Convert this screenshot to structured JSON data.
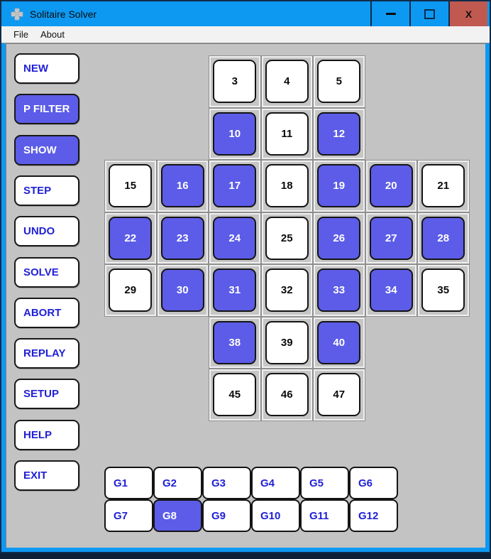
{
  "window": {
    "title": "Solitaire Solver",
    "controls": {
      "close": "X"
    }
  },
  "menu": {
    "items": [
      "File",
      "About"
    ]
  },
  "sidebar": {
    "buttons": [
      {
        "label": "NEW",
        "active": false
      },
      {
        "label": "P FILTER",
        "active": true
      },
      {
        "label": "SHOW",
        "active": true
      },
      {
        "label": "STEP",
        "active": false
      },
      {
        "label": "UNDO",
        "active": false
      },
      {
        "label": "SOLVE",
        "active": false
      },
      {
        "label": "ABORT",
        "active": false
      },
      {
        "label": "REPLAY",
        "active": false
      },
      {
        "label": "SETUP",
        "active": false
      },
      {
        "label": "HELP",
        "active": false
      },
      {
        "label": "EXIT",
        "active": false
      }
    ]
  },
  "board": {
    "cells": [
      {
        "n": 3,
        "row": 0,
        "col": 2,
        "filled": false
      },
      {
        "n": 4,
        "row": 0,
        "col": 3,
        "filled": false
      },
      {
        "n": 5,
        "row": 0,
        "col": 4,
        "filled": false
      },
      {
        "n": 10,
        "row": 1,
        "col": 2,
        "filled": true
      },
      {
        "n": 11,
        "row": 1,
        "col": 3,
        "filled": false
      },
      {
        "n": 12,
        "row": 1,
        "col": 4,
        "filled": true
      },
      {
        "n": 15,
        "row": 2,
        "col": 0,
        "filled": false
      },
      {
        "n": 16,
        "row": 2,
        "col": 1,
        "filled": true
      },
      {
        "n": 17,
        "row": 2,
        "col": 2,
        "filled": true
      },
      {
        "n": 18,
        "row": 2,
        "col": 3,
        "filled": false
      },
      {
        "n": 19,
        "row": 2,
        "col": 4,
        "filled": true
      },
      {
        "n": 20,
        "row": 2,
        "col": 5,
        "filled": true
      },
      {
        "n": 21,
        "row": 2,
        "col": 6,
        "filled": false
      },
      {
        "n": 22,
        "row": 3,
        "col": 0,
        "filled": true
      },
      {
        "n": 23,
        "row": 3,
        "col": 1,
        "filled": true
      },
      {
        "n": 24,
        "row": 3,
        "col": 2,
        "filled": true
      },
      {
        "n": 25,
        "row": 3,
        "col": 3,
        "filled": false
      },
      {
        "n": 26,
        "row": 3,
        "col": 4,
        "filled": true
      },
      {
        "n": 27,
        "row": 3,
        "col": 5,
        "filled": true
      },
      {
        "n": 28,
        "row": 3,
        "col": 6,
        "filled": true
      },
      {
        "n": 29,
        "row": 4,
        "col": 0,
        "filled": false
      },
      {
        "n": 30,
        "row": 4,
        "col": 1,
        "filled": true
      },
      {
        "n": 31,
        "row": 4,
        "col": 2,
        "filled": true
      },
      {
        "n": 32,
        "row": 4,
        "col": 3,
        "filled": false
      },
      {
        "n": 33,
        "row": 4,
        "col": 4,
        "filled": true
      },
      {
        "n": 34,
        "row": 4,
        "col": 5,
        "filled": true
      },
      {
        "n": 35,
        "row": 4,
        "col": 6,
        "filled": false
      },
      {
        "n": 38,
        "row": 5,
        "col": 2,
        "filled": true
      },
      {
        "n": 39,
        "row": 5,
        "col": 3,
        "filled": false
      },
      {
        "n": 40,
        "row": 5,
        "col": 4,
        "filled": true
      },
      {
        "n": 45,
        "row": 6,
        "col": 2,
        "filled": false
      },
      {
        "n": 46,
        "row": 6,
        "col": 3,
        "filled": false
      },
      {
        "n": 47,
        "row": 6,
        "col": 4,
        "filled": false
      }
    ]
  },
  "group_buttons": {
    "buttons": [
      {
        "label": "G1",
        "active": false
      },
      {
        "label": "G2",
        "active": false
      },
      {
        "label": "G3",
        "active": false
      },
      {
        "label": "G4",
        "active": false
      },
      {
        "label": "G5",
        "active": false
      },
      {
        "label": "G6",
        "active": false
      },
      {
        "label": "G7",
        "active": false
      },
      {
        "label": "G8",
        "active": true
      },
      {
        "label": "G9",
        "active": false
      },
      {
        "label": "G10",
        "active": false
      },
      {
        "label": "G11",
        "active": false
      },
      {
        "label": "G12",
        "active": false
      }
    ]
  },
  "colors": {
    "titlebar_blue": "#0d99f2",
    "peg_blue": "#5c5ce8",
    "button_text_blue": "#1f1fd6",
    "close_red": "#c05a50",
    "frame_navy": "#0f2b4a",
    "client_gray": "#c3c3c3"
  }
}
